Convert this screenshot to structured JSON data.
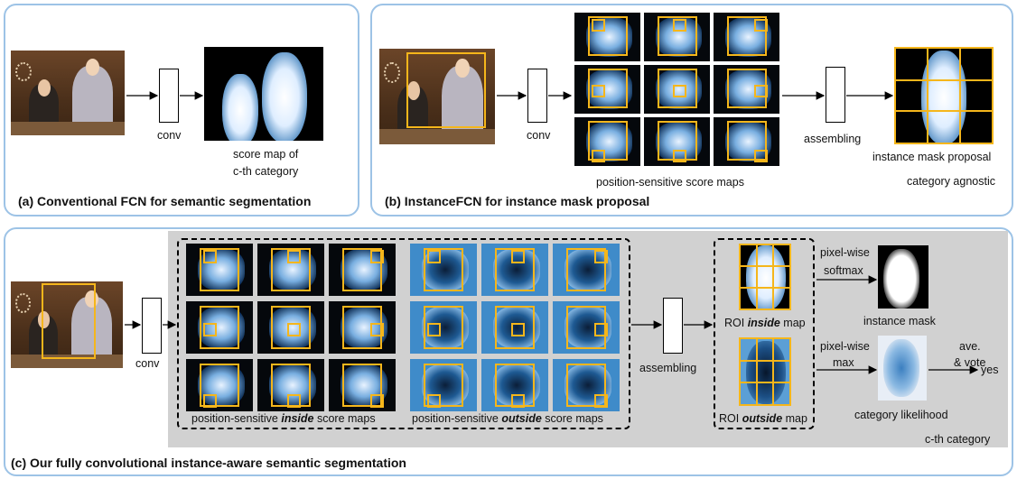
{
  "panel_a": {
    "conv_label": "conv",
    "score_caption_line1": "score map of",
    "score_caption_line2": "c-th category",
    "caption": "(a) Conventional FCN for semantic segmentation"
  },
  "panel_b": {
    "conv_label": "conv",
    "maps_caption": "position-sensitive score maps",
    "assembling_label": "assembling",
    "proposal_caption": "instance mask proposal",
    "agnostic_caption": "category agnostic",
    "caption": "(b) InstanceFCN for instance mask proposal"
  },
  "panel_c": {
    "conv_label": "conv",
    "inside_caption_pre": "position-sensitive ",
    "inside_caption_em": "inside",
    "inside_caption_post": " score maps",
    "outside_caption_pre": "position-sensitive ",
    "outside_caption_em": "outside",
    "outside_caption_post": " score maps",
    "assembling_label": "assembling",
    "roi_inside_pre": "ROI ",
    "roi_inside_em": "inside",
    "roi_inside_post": " map",
    "roi_outside_pre": "ROI ",
    "roi_outside_em": "outside",
    "roi_outside_post": " map",
    "softmax_line1": "pixel-wise",
    "softmax_line2": "softmax",
    "instance_mask": "instance mask",
    "max_line1": "pixel-wise",
    "max_line2": "max",
    "vote_line1": "ave.",
    "vote_line2": "& vote",
    "yes_label": "yes",
    "likelihood": "category likelihood",
    "category_tag": "c-th category",
    "caption": "(c) Our fully convolutional instance-aware semantic segmentation"
  },
  "colors": {
    "panel_border": "#9dc3e6",
    "highlight_box": "#f5b61b",
    "gray_area": "#d1d1d1"
  }
}
